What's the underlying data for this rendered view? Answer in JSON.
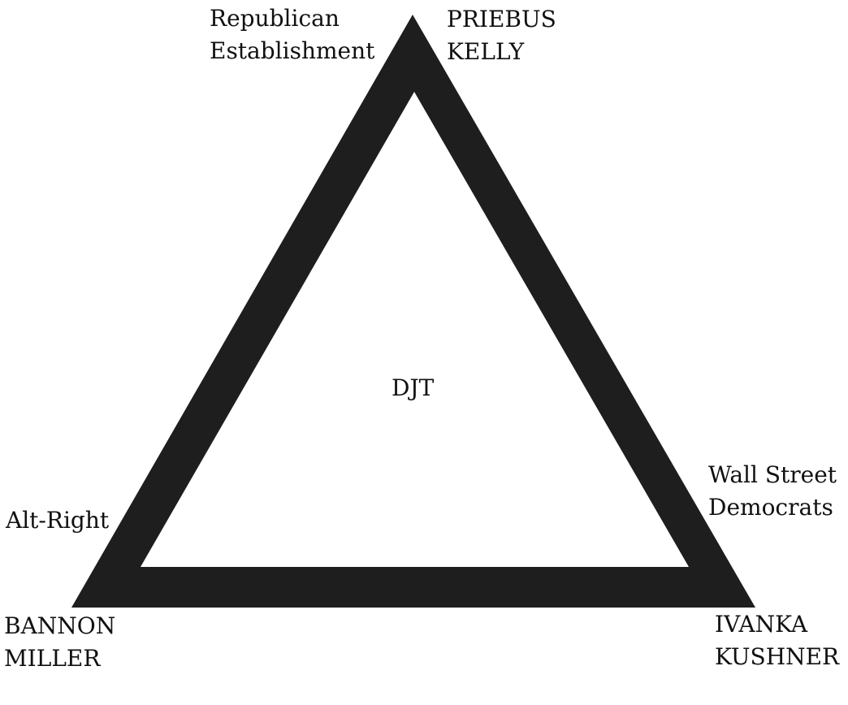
{
  "diagram": {
    "center_label": "DJT",
    "top_left_label": [
      "Republican",
      "Establishment"
    ],
    "top_right_label": [
      "PRIEBUS",
      "KELLY"
    ],
    "mid_left_label": "Alt-Right",
    "mid_right_label": [
      "Wall Street",
      "Democrats"
    ],
    "bottom_left_label": [
      "BANNON",
      "MILLER"
    ],
    "bottom_right_label": [
      "IVANKA",
      "KUSHNER"
    ],
    "colors": {
      "triangle": "#1e1e1e",
      "background": "#ffffff",
      "text": "#111111"
    }
  }
}
